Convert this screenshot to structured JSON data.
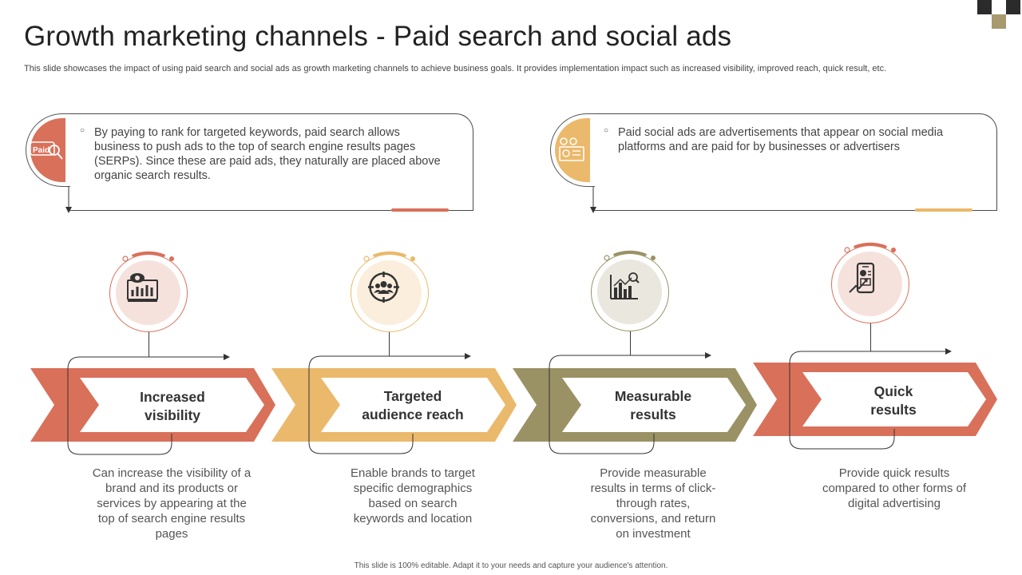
{
  "title": "Growth marketing channels - Paid search and social ads",
  "subtitle": "This slide showcases the impact of using paid search and social ads as growth marketing channels to achieve business goals. It provides implementation impact such as increased visibility, improved reach, quick result, etc.",
  "colors": {
    "terracotta": "#D9705A",
    "mustard": "#EBB96B",
    "olive": "#9A9265",
    "dark": "#2B2B2B",
    "tan": "#A89A6E"
  },
  "channels": [
    {
      "icon": "paid-search-icon",
      "icon_text": "Paid",
      "text": "By paying to rank for targeted keywords, paid search allows business to push ads to the top of search engine results pages (SERPs). Since these are paid ads, they naturally are placed above organic search results."
    },
    {
      "icon": "social-ads-icon",
      "text": "Paid social ads are advertisements that appear on social media platforms and are paid for by businesses or advertisers"
    }
  ],
  "steps": [
    {
      "icon": "visibility-chart-icon",
      "label": "Increased visibility",
      "description": "Can increase the visibility of a brand and its products or services by appearing at the top of search engine results pages"
    },
    {
      "icon": "target-audience-icon",
      "label": "Targeted audience reach",
      "description": "Enable brands to target specific demographics based on search keywords and location"
    },
    {
      "icon": "analytics-chart-icon",
      "label": "Measurable results",
      "description": "Provide measurable results in terms of click-through rates, conversions, and return on investment"
    },
    {
      "icon": "mobile-growth-icon",
      "label": "Quick results",
      "description": "Provide quick results compared to other forms of digital advertising"
    }
  ],
  "footer": "This slide is 100% editable. Adapt it to your needs and capture your audience's attention."
}
